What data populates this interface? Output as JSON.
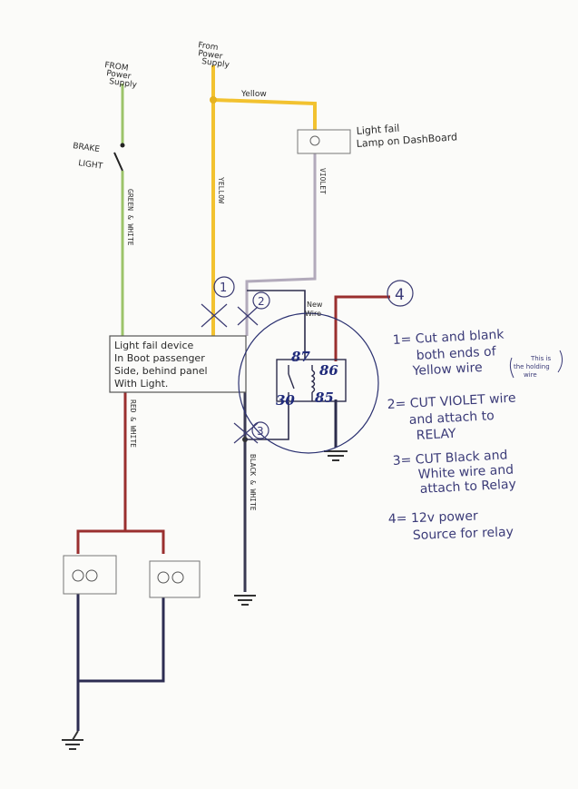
{
  "labels": {
    "power_left_1": "FROM",
    "power_left_2": "Power",
    "power_left_3": "Supply",
    "power_center_1": "From",
    "power_center_2": "Power",
    "power_center_3": "Supply",
    "brake_1": "BRAKE",
    "brake_2": "LIGHT",
    "yellow_top": "Yellow",
    "lamp_1": "Light fail",
    "lamp_2": "Lamp on DashBoard",
    "green_white_vertical": "GREEN & WHITE",
    "yellow_vertical": "YELLOW",
    "violet_vertical": "VIOLET",
    "red_white_vertical": "RED & WHITE",
    "black_white_vertical": "BLACK & WHITE",
    "device_1": "Light fail device",
    "device_2": "In Boot passenger",
    "device_3": "Side, behind panel",
    "device_4": "With Light.",
    "new_wire_1": "New",
    "new_wire_2": "Wire",
    "pin_87": "87",
    "pin_86": "86",
    "pin_30": "30",
    "pin_85": "85",
    "num_1": "1",
    "num_2": "2",
    "num_3": "3",
    "num_4": "4"
  },
  "notes": {
    "n1_line1": "1= Cut and blank",
    "n1_line2": "both ends of",
    "n1_line3": "Yellow wire",
    "n1_aside1": "This is",
    "n1_aside2": "the holding",
    "n1_aside3": "wire",
    "n2_line1": "2= CUT VIOLET wire",
    "n2_line2": "and attach to",
    "n2_line3": "RELAY",
    "n3_line1": "3= CUT Black and",
    "n3_line2": "White wire and",
    "n3_line3": "attach to Relay",
    "n4_line1": "4= 12v power",
    "n4_line2": "Source for relay"
  },
  "colors": {
    "yellow_wire": "#f2c230",
    "green_wire": "#9cc46a",
    "violet_wire": "#b2aabb",
    "red_wire": "#9a2f2f",
    "dark_wire": "#2c2c4c",
    "note_ink": "#3b3b78"
  }
}
